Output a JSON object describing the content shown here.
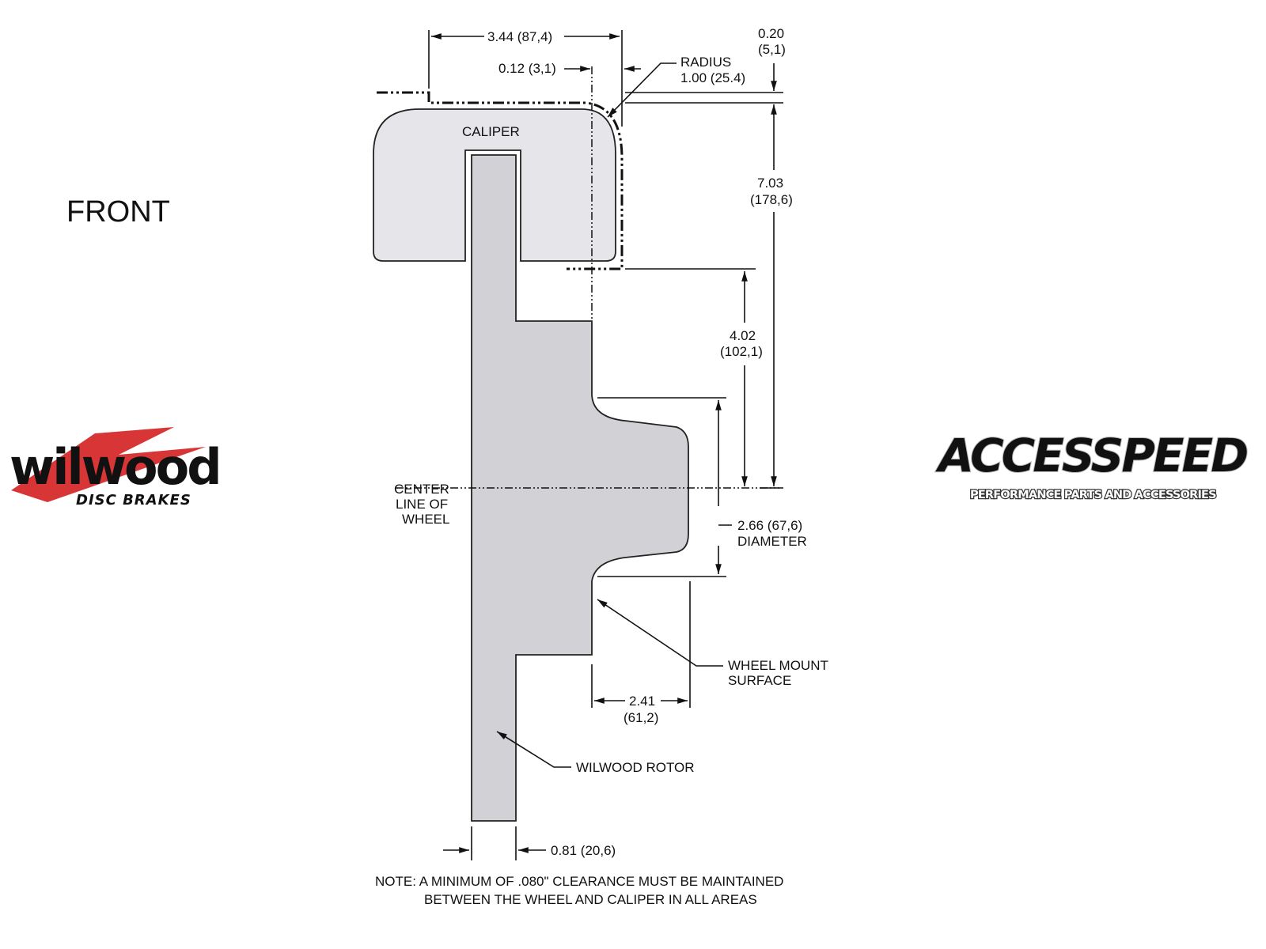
{
  "view_label": "FRONT",
  "parts": {
    "caliper": "CALIPER",
    "rotor": "WILWOOD ROTOR",
    "wheel_mount": [
      "WHEEL MOUNT",
      "SURFACE"
    ],
    "center_line": [
      "CENTER",
      "LINE OF",
      "WHEEL"
    ]
  },
  "dimensions": {
    "overall_width": "3.44 (87,4)",
    "offset": "0.12 (3,1)",
    "radius": [
      "RADIUS",
      "1.00 (25.4)"
    ],
    "top_clearance": [
      "0.20",
      "(5,1)"
    ],
    "height_total": [
      "7.03",
      "(178,6)"
    ],
    "height_lower": [
      "4.02",
      "(102,1)"
    ],
    "hub_diameter": [
      "2.66 (67,6)",
      "DIAMETER"
    ],
    "hub_depth": [
      "2.41",
      "(61,2)"
    ],
    "rotor_thickness": "0.81 (20,6)"
  },
  "note": [
    "NOTE: A MINIMUM OF .080\" CLEARANCE MUST BE MAINTAINED",
    "BETWEEN THE WHEEL AND CALIPER IN ALL AREAS"
  ],
  "logos": {
    "wilwood": {
      "name": "wilwood",
      "sub": "DISC BRAKES",
      "accent": "#d42020"
    },
    "accesspeed": {
      "name": "ACCESSPEED",
      "sub": "PERFORMANCE PARTS AND ACCESSORIES"
    }
  }
}
